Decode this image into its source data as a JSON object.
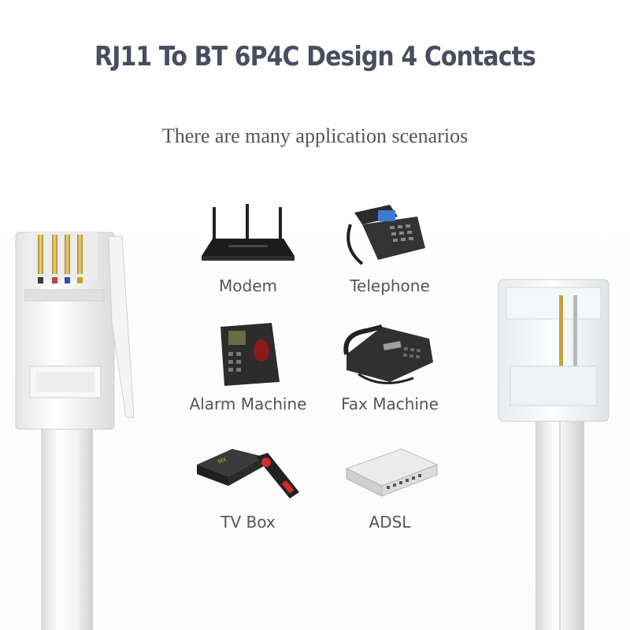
{
  "headline": "RJ11 To BT 6P4C Design 4 Contacts",
  "subheadline": "There are many application scenarios",
  "applications": [
    {
      "label": "Modem",
      "icon": "router-icon"
    },
    {
      "label": "Telephone",
      "icon": "desk-phone-icon"
    },
    {
      "label": "Alarm Machine",
      "icon": "fingerprint-terminal-icon"
    },
    {
      "label": "Fax Machine",
      "icon": "fax-machine-icon"
    },
    {
      "label": "TV Box",
      "icon": "tv-box-icon"
    },
    {
      "label": "ADSL",
      "icon": "adsl-switch-icon"
    }
  ],
  "colors": {
    "headline": "#4a4c5f",
    "text": "#555555",
    "cable": "#f2f2f2"
  }
}
